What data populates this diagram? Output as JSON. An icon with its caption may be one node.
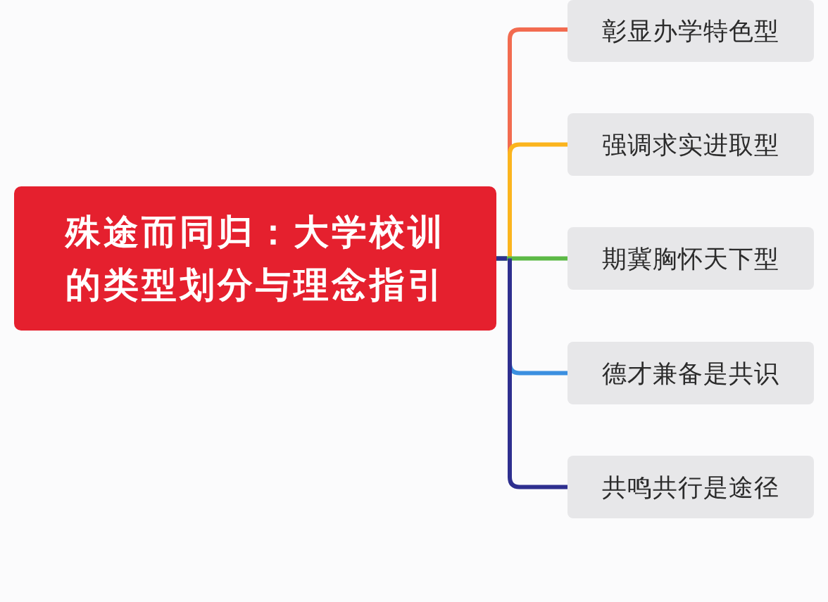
{
  "diagram": {
    "nodes": [
      {
        "text": [
          "殊途而同归：大学校训的类型划分与理念指引"
        ]
      },
      {
        "text": [
          "彰显办学特色型"
        ]
      },
      {
        "text": [
          "强调求实进取型"
        ]
      },
      {
        "text": [
          "期冀胸怀天下型"
        ]
      },
      {
        "text": [
          "德才兼备是共识"
        ]
      },
      {
        "text": [
          "共鸣共行是途径"
        ]
      }
    ],
    "edges": [
      {
        "from": 0,
        "to": 1,
        "arrow": "none",
        "color": "#f26b50"
      },
      {
        "from": 0,
        "to": 2,
        "arrow": "none",
        "color": "#fbb41e"
      },
      {
        "from": 0,
        "to": 3,
        "arrow": "none",
        "color": "#5cb946"
      },
      {
        "from": 0,
        "to": 4,
        "arrow": "none",
        "color": "#3b8fe0"
      },
      {
        "from": 0,
        "to": 5,
        "arrow": "none",
        "color": "#2e2f8f"
      }
    ]
  }
}
